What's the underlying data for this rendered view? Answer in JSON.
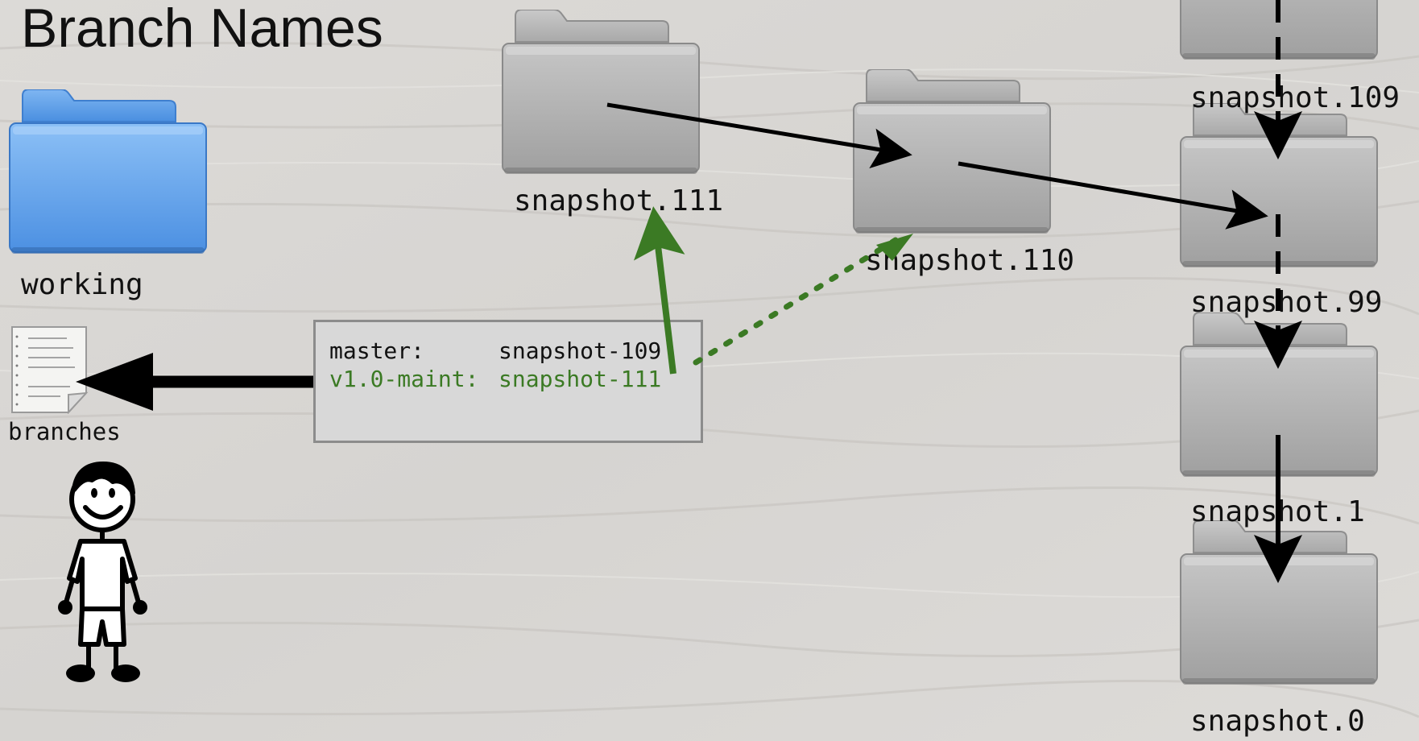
{
  "title": "Branch Names",
  "colors": {
    "background": "#d9d7d4",
    "folder_blue": "#5b9be8",
    "folder_gray": "#a8a8a8",
    "arrow_black": "#000000",
    "arrow_green": "#3b7a24",
    "branch_green_text": "#3b7a24"
  },
  "working_folder": {
    "label": "working",
    "icon": "folder-blue-icon"
  },
  "branches_file": {
    "label": "branches",
    "icon": "text-document-icon"
  },
  "branch_table": {
    "rows": [
      {
        "name": "master:",
        "target": "snapshot-109"
      },
      {
        "name": "v1.0-maint:",
        "target": "snapshot-111"
      }
    ]
  },
  "snapshots": [
    {
      "id": "s111",
      "label": "snapshot.111"
    },
    {
      "id": "s110",
      "label": "snapshot.110"
    },
    {
      "id": "s109",
      "label": "snapshot.109"
    },
    {
      "id": "s99",
      "label": "snapshot.99"
    },
    {
      "id": "s1",
      "label": "snapshot.1"
    },
    {
      "id": "s0",
      "label": "snapshot.0"
    }
  ],
  "user": {
    "icon": "stick-figure-person-icon"
  }
}
